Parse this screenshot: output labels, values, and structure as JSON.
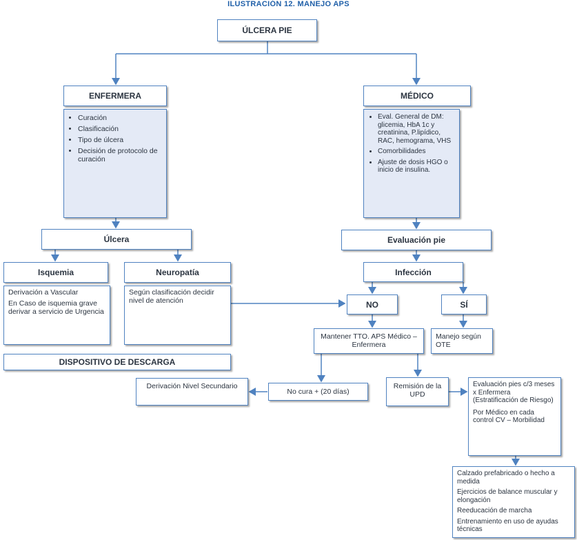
{
  "title": "ILUSTRACIÓN 12. MANEJO APS",
  "nodes": {
    "ulcera_pie": "ÚLCERA PIE",
    "enfermera": "ENFERMERA",
    "medico": "MÉDICO",
    "enfermera_items": [
      "Curación",
      "Clasificación",
      "Tipo de úlcera",
      "Decisión de protocolo de curación"
    ],
    "medico_items": [
      "Eval. General de DM: glicemia, HbA 1c y creatinina, P.lipídico, RAC, hemograma, VHS",
      "Comorbilidades",
      "Ajuste de dosis HGO o inicio de insulina."
    ],
    "ulcera": "Úlcera",
    "evaluacion_pie": "Evaluación pie",
    "isquemia": "Isquemia",
    "neuropatia": "Neuropatía",
    "infeccion": "Infección",
    "isquemia_text_1": "Derivación a Vascular",
    "isquemia_text_2": "En Caso de isquemia grave derivar a servicio de Urgencia",
    "neuropatia_text": "Según clasificación decidir nivel de atención",
    "no": "NO",
    "si": "SÍ",
    "mantener": "Mantener TTO. APS Médico – Enfermera",
    "manejo": "Manejo según OTE",
    "dispositivo": "DISPOSITIVO DE DESCARGA",
    "derivacion_nivel": "Derivación Nivel Secundario",
    "no_cura": "No cura + (20 días)",
    "remision": "Remisión de la UPD",
    "evaluacion_pies_1": "Evaluación pies c/3 meses x Enfermera (Estratificación de Riesgo)",
    "evaluacion_pies_2": "Por Médico en cada control CV – Morbilidad",
    "final_items": [
      "Calzado prefabricado o hecho a medida",
      "Ejercicios de balance muscular y elongación",
      "Reeducación de marcha",
      "Entrenamiento en uso de ayudas técnicas"
    ]
  },
  "colors": {
    "border": "#4f82c0",
    "fill": "#e4eaf6",
    "title": "#1f5fa8",
    "line": "#4f82c0"
  }
}
